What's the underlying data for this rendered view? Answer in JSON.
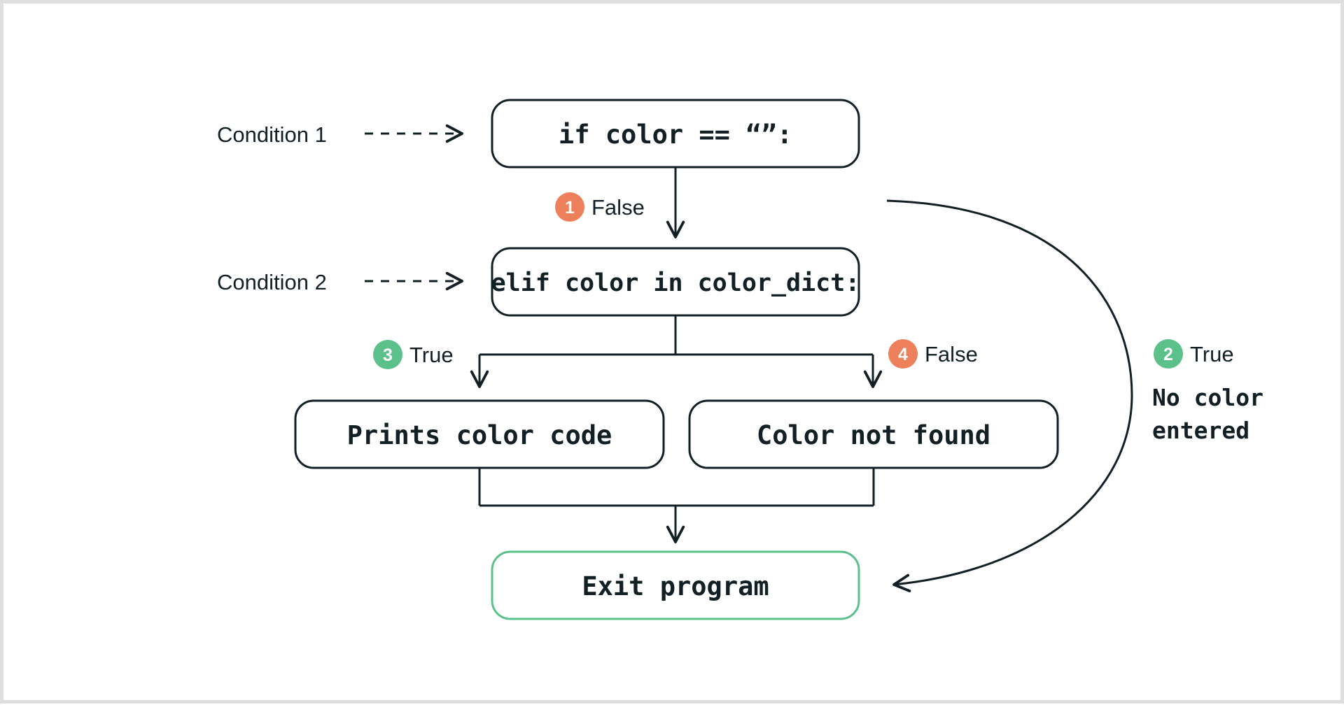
{
  "diagram": {
    "title_text": "",
    "colors": {
      "false_badge": "#ee7f5b",
      "true_badge": "#5cc08b",
      "stroke": "#121f25",
      "exit_border": "#5cc08b",
      "canvas_border": "#dddedf",
      "background": "#ffffff"
    },
    "side_labels": [
      {
        "id": "condition-1",
        "text": "Condition 1"
      },
      {
        "id": "condition-2",
        "text": "Condition 2"
      }
    ],
    "nodes": [
      {
        "id": "if-color-empty",
        "text": "if color == “”:"
      },
      {
        "id": "elif-color-in-dict",
        "text": "elif color in color_dict:"
      },
      {
        "id": "prints-color-code",
        "text": "Prints color code"
      },
      {
        "id": "color-not-found",
        "text": "Color not found"
      },
      {
        "id": "exit-program",
        "text": "Exit program"
      }
    ],
    "branches": [
      {
        "id": "branch-1",
        "number": "1",
        "label": "False",
        "kind": "false"
      },
      {
        "id": "branch-2",
        "number": "2",
        "label": "True",
        "kind": "true"
      },
      {
        "id": "branch-3",
        "number": "3",
        "label": "True",
        "kind": "true"
      },
      {
        "id": "branch-4",
        "number": "4",
        "label": "False",
        "kind": "false"
      }
    ],
    "notes": [
      {
        "id": "no-color-entered",
        "line1": "No color",
        "line2": "entered"
      }
    ]
  }
}
